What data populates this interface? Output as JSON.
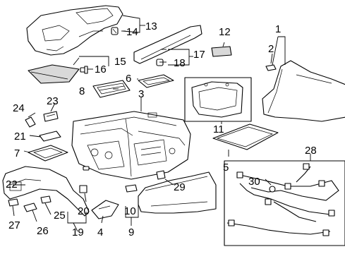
{
  "callouts": {
    "c1": "1",
    "c2": "2",
    "c3": "3",
    "c4": "4",
    "c5": "5",
    "c6": "6",
    "c7": "7",
    "c8": "8",
    "c9": "9",
    "c10": "10",
    "c11": "11",
    "c12": "12",
    "c13": "13",
    "c14": "14",
    "c15": "15",
    "c16": "16",
    "c17": "17",
    "c18": "18",
    "c19": "19",
    "c20": "20",
    "c21": "21",
    "c22": "22",
    "c23": "23",
    "c24": "24",
    "c25": "25",
    "c26": "26",
    "c27": "27",
    "c28": "28",
    "c29": "29",
    "c30": "30"
  },
  "colors": {
    "line": "#000000",
    "fill": "#ffffff",
    "shade": "#d9d9d9"
  }
}
